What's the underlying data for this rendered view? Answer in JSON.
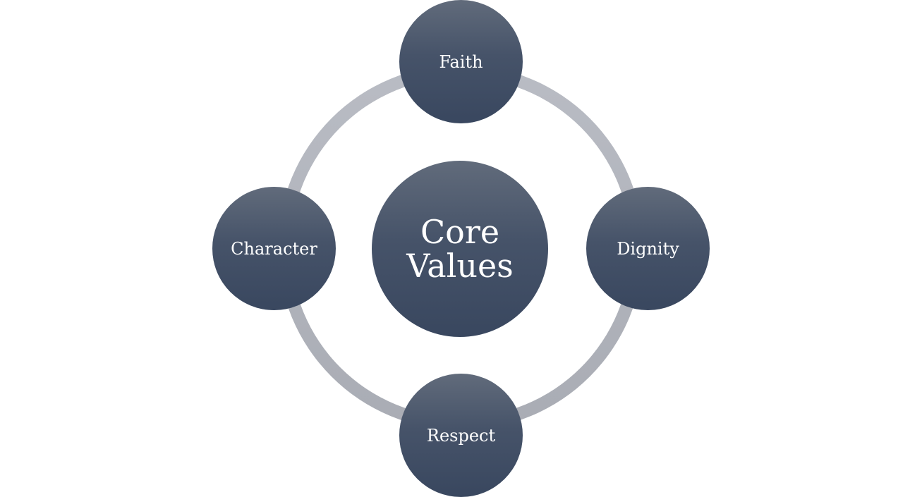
{
  "diagram": {
    "center": {
      "label": "Core Values"
    },
    "nodes": {
      "top": {
        "label": "Faith"
      },
      "right": {
        "label": "Dignity"
      },
      "bottom": {
        "label": "Respect"
      },
      "left": {
        "label": "Character"
      }
    },
    "colors": {
      "node_fill_top": "#616b7b",
      "node_fill_bottom": "#39475f",
      "ring": "#b0b3bb",
      "text": "#ffffff",
      "background": "#ffffff"
    }
  }
}
